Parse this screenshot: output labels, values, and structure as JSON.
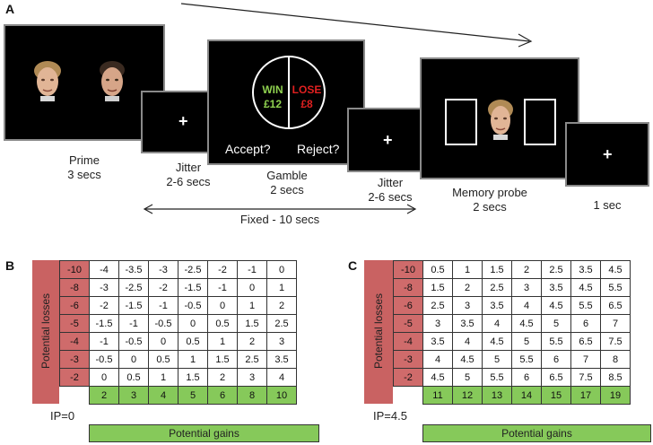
{
  "panels": {
    "a": "A",
    "b": "B",
    "c": "C"
  },
  "stages": {
    "prime": {
      "name": "Prime",
      "duration": "3 secs"
    },
    "jitter1": {
      "name": "Jitter",
      "duration": "2-6 secs"
    },
    "gamble": {
      "name": "Gamble",
      "duration": "2 secs",
      "win_label": "WIN",
      "win_amount": "£12",
      "lose_label": "LOSE",
      "lose_amount": "£8",
      "accept": "Accept?",
      "reject": "Reject?"
    },
    "jitter2": {
      "name": "Jitter",
      "duration": "2-6 secs"
    },
    "probe": {
      "name": "Memory probe",
      "duration": "2 secs"
    },
    "final": {
      "duration": "1 sec"
    },
    "fixation": "+",
    "fixed": "Fixed - 10 secs"
  },
  "colors": {
    "win": "#8fd14f",
    "lose": "#e02020",
    "loss_col": "#cf6b6b",
    "gain_row": "#86c95a"
  },
  "tables": {
    "axis_losses": "Potential losses",
    "axis_gains": "Potential gains",
    "left": {
      "ip": "IP=0",
      "rows": [
        {
          "loss": "-10",
          "cells": [
            "-4",
            "-3.5",
            "-3",
            "-2.5",
            "-2",
            "-1",
            "0"
          ]
        },
        {
          "loss": "-8",
          "cells": [
            "-3",
            "-2.5",
            "-2",
            "-1.5",
            "-1",
            "0",
            "1"
          ]
        },
        {
          "loss": "-6",
          "cells": [
            "-2",
            "-1.5",
            "-1",
            "-0.5",
            "0",
            "1",
            "2"
          ]
        },
        {
          "loss": "-5",
          "cells": [
            "-1.5",
            "-1",
            "-0.5",
            "0",
            "0.5",
            "1.5",
            "2.5"
          ]
        },
        {
          "loss": "-4",
          "cells": [
            "-1",
            "-0.5",
            "0",
            "0.5",
            "1",
            "2",
            "3"
          ]
        },
        {
          "loss": "-3",
          "cells": [
            "-0.5",
            "0",
            "0.5",
            "1",
            "1.5",
            "2.5",
            "3.5"
          ]
        },
        {
          "loss": "-2",
          "cells": [
            "0",
            "0.5",
            "1",
            "1.5",
            "2",
            "3",
            "4"
          ]
        }
      ],
      "gains": [
        "2",
        "3",
        "4",
        "5",
        "6",
        "8",
        "10"
      ]
    },
    "right": {
      "ip": "IP=4.5",
      "rows": [
        {
          "loss": "-10",
          "cells": [
            "0.5",
            "1",
            "1.5",
            "2",
            "2.5",
            "3.5",
            "4.5"
          ]
        },
        {
          "loss": "-8",
          "cells": [
            "1.5",
            "2",
            "2.5",
            "3",
            "3.5",
            "4.5",
            "5.5"
          ]
        },
        {
          "loss": "-6",
          "cells": [
            "2.5",
            "3",
            "3.5",
            "4",
            "4.5",
            "5.5",
            "6.5"
          ]
        },
        {
          "loss": "-5",
          "cells": [
            "3",
            "3.5",
            "4",
            "4.5",
            "5",
            "6",
            "7"
          ]
        },
        {
          "loss": "-4",
          "cells": [
            "3.5",
            "4",
            "4.5",
            "5",
            "5.5",
            "6.5",
            "7.5"
          ]
        },
        {
          "loss": "-3",
          "cells": [
            "4",
            "4.5",
            "5",
            "5.5",
            "6",
            "7",
            "8"
          ]
        },
        {
          "loss": "-2",
          "cells": [
            "4.5",
            "5",
            "5.5",
            "6",
            "6.5",
            "7.5",
            "8.5"
          ]
        }
      ],
      "gains": [
        "11",
        "12",
        "13",
        "14",
        "15",
        "17",
        "19"
      ]
    }
  }
}
